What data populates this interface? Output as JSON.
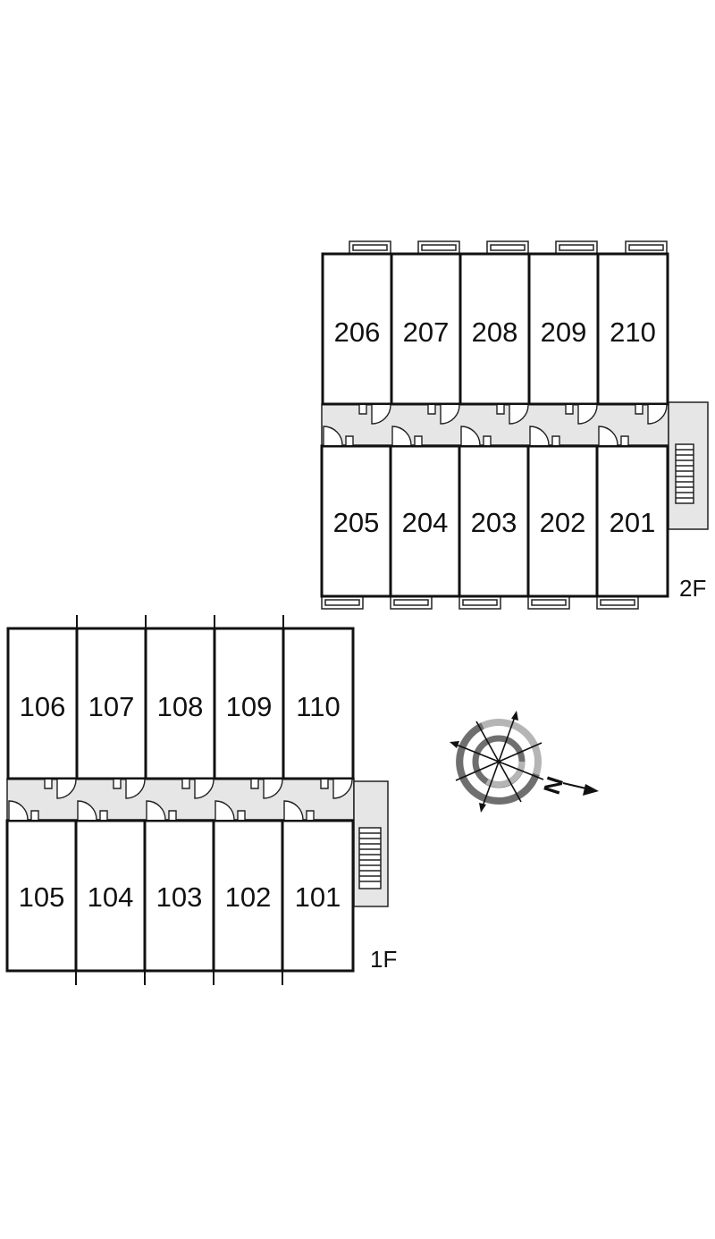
{
  "floors": [
    {
      "key": "2F",
      "label": "2F",
      "north_rooms": [
        "206",
        "207",
        "208",
        "209",
        "210"
      ],
      "south_rooms": [
        "205",
        "204",
        "203",
        "202",
        "201"
      ]
    },
    {
      "key": "1F",
      "label": "1F",
      "north_rooms": [
        "106",
        "107",
        "108",
        "109",
        "110"
      ],
      "south_rooms": [
        "105",
        "104",
        "103",
        "102",
        "101"
      ]
    }
  ],
  "compass": {
    "north_label": "N"
  },
  "colors": {
    "wall": "#111111",
    "corridor": "#e6e6e6",
    "compass_ring_light": "#b5b5b5",
    "compass_ring_dark": "#6f6f6f"
  }
}
